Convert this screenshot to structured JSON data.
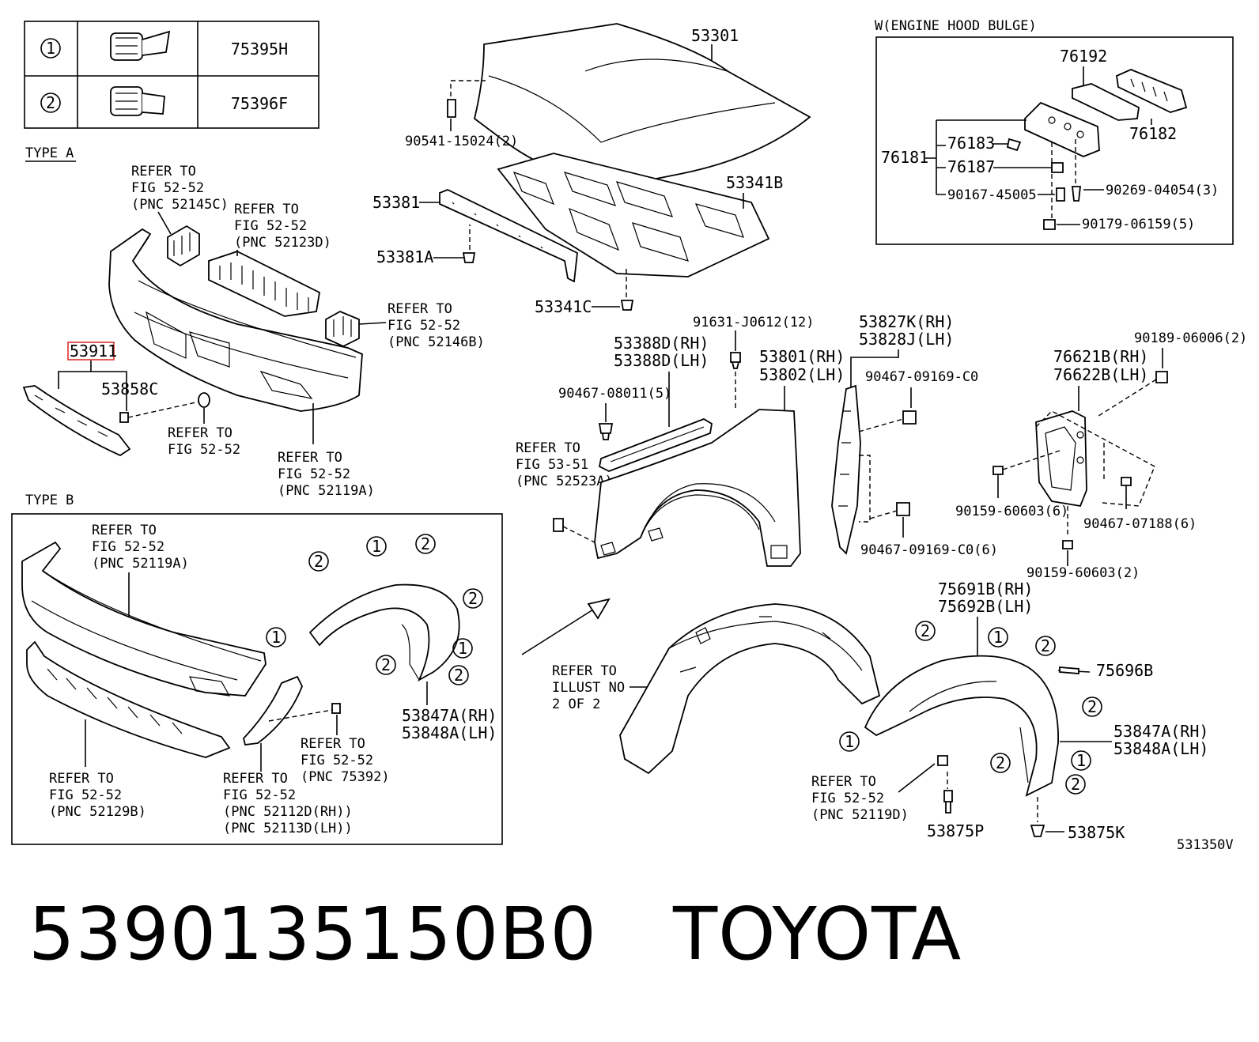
{
  "legend_table": {
    "rows": [
      {
        "marker": "1",
        "part_no": "75395H"
      },
      {
        "marker": "2",
        "part_no": "75396F"
      }
    ]
  },
  "type_a": {
    "label": "TYPE A",
    "refer_52145c": [
      "REFER TO",
      "FIG 52-52",
      "(PNC 52145C)"
    ],
    "refer_52123d": [
      "REFER TO",
      "FIG 52-52",
      "(PNC 52123D)"
    ],
    "refer_52146b": [
      "REFER TO",
      "FIG 52-52",
      "(PNC 52146B)"
    ],
    "refer_fig": [
      "REFER TO",
      "FIG 52-52"
    ],
    "refer_52119a": [
      "REFER TO",
      "FIG 52-52",
      "(PNC 52119A)"
    ],
    "highlighted_part": "53911",
    "part_53858c": "53858C"
  },
  "type_b": {
    "label": "TYPE B",
    "refer_52119a": [
      "REFER TO",
      "FIG 52-52",
      "(PNC 52119A)"
    ],
    "refer_52129b": [
      "REFER TO",
      "FIG 52-52",
      "(PNC 52129B)"
    ],
    "refer_52112d": [
      "REFER TO",
      "FIG 52-52",
      "(PNC 52112D(RH))",
      "(PNC 52113D(LH))"
    ],
    "refer_75392": [
      "REFER TO",
      "FIG 52-52",
      "(PNC 75392)"
    ],
    "liner_rh": "53847A(RH)",
    "liner_lh": "53848A(LH)"
  },
  "hood": {
    "part_53301": "53301",
    "part_90541": "90541-15024(2)",
    "part_53341b": "53341B",
    "part_53381": "53381",
    "part_53381a": "53381A",
    "part_53341c": "53341C"
  },
  "bulge": {
    "title": "W(ENGINE HOOD BULGE)",
    "part_76192": "76192",
    "part_76182": "76182",
    "part_76181": "76181",
    "part_76183": "76183",
    "part_76187": "76187",
    "part_90167": "90167-45005",
    "part_90269": "90269-04054(3)",
    "part_90179": "90179-06159(5)"
  },
  "fender": {
    "part_91631": "91631-J0612(12)",
    "seal_rh": "53388D(RH)",
    "seal_lh": "53388D(LH)",
    "part_90467_08011": "90467-08011(5)",
    "refer_5351": [
      "REFER TO",
      "FIG 53-51",
      "(PNC 52523A)"
    ],
    "fender_rh": "53801(RH)",
    "fender_lh": "53802(LH)",
    "bracket_rh": "53827K(RH)",
    "bracket_lh": "53828J(LH)",
    "clip_top": "90467-09169-C0",
    "clip_bottom": "90467-09169-C0(6)"
  },
  "mudguard": {
    "part_90189": "90189-06006(2)",
    "guard_rh": "76621B(RH)",
    "guard_lh": "76622B(LH)",
    "screw_6": "90159-60603(6)",
    "clip_6": "90467-07188(6)",
    "screw_2": "90159-60603(2)"
  },
  "liner": {
    "refer_illust": [
      "REFER TO",
      "ILLUST NO",
      "2 OF 2"
    ],
    "part_75691b": "75691B(RH)",
    "part_75692b": "75692B(LH)",
    "part_75696b": "75696B",
    "liner_rh": "53847A(RH)",
    "liner_lh": "53848A(LH)",
    "refer_52119d": [
      "REFER TO",
      "FIG 52-52",
      "(PNC 52119D)"
    ],
    "part_53875p": "53875P",
    "part_53875k": "53875K"
  },
  "figure_id": "531350V",
  "caption": {
    "part_number": "5390135150B0",
    "brand": "TOYOTA"
  }
}
